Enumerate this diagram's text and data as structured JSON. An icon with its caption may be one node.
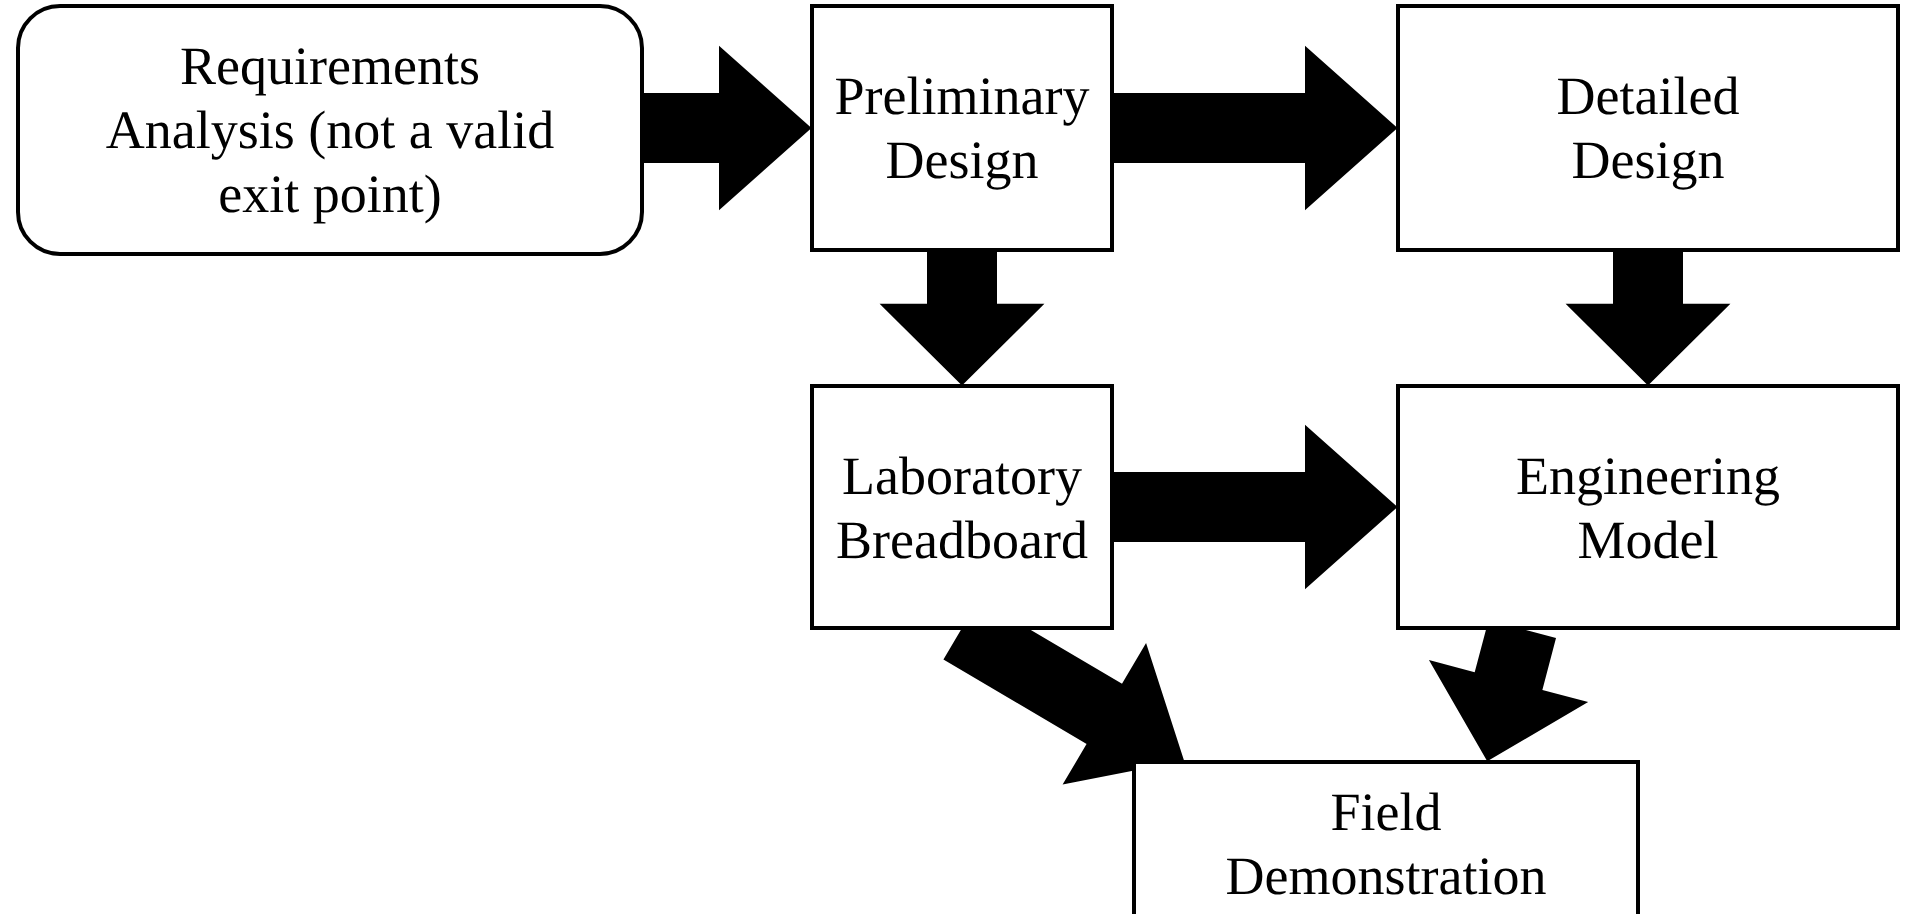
{
  "diagram": {
    "nodes": [
      {
        "text": [
          "Requirements Analysis (not a valid exit point)"
        ]
      },
      {
        "text": [
          "Preliminary Design"
        ]
      },
      {
        "text": [
          "Detailed Design"
        ]
      },
      {
        "text": [
          "Laboratory Breadboard"
        ]
      },
      {
        "text": [
          "Engineering Model"
        ]
      },
      {
        "text": [
          "Field Demonstration"
        ]
      }
    ],
    "edges": [
      {
        "from": 0,
        "to": 1,
        "arrow": "to",
        "style": "thick"
      },
      {
        "from": 1,
        "to": 2,
        "arrow": "to",
        "style": "thick"
      },
      {
        "from": 1,
        "to": 3,
        "arrow": "to",
        "style": "thick"
      },
      {
        "from": 2,
        "to": 4,
        "arrow": "to",
        "style": "thick"
      },
      {
        "from": 3,
        "to": 4,
        "arrow": "to",
        "style": "thick"
      },
      {
        "from": 3,
        "to": 5,
        "arrow": "to",
        "style": "thick"
      },
      {
        "from": 4,
        "to": 5,
        "arrow": "to",
        "style": "thick"
      }
    ]
  }
}
